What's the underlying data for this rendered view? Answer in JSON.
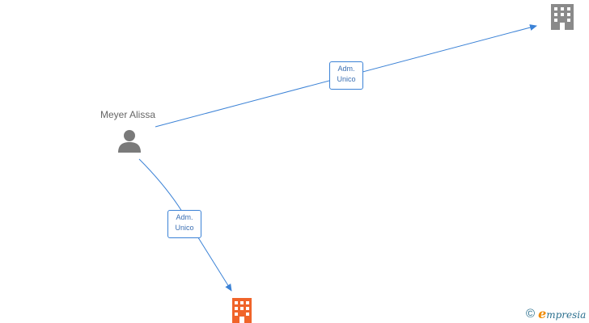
{
  "person": {
    "name": "Meyer Alissa",
    "icon": "person-icon"
  },
  "companies": [
    {
      "icon": "building-icon",
      "color": "#8a8a8a"
    },
    {
      "icon": "building-icon",
      "color": "#f0642a"
    }
  ],
  "edges": [
    {
      "line1": "Adm.",
      "line2": "Unico",
      "color": "#3b82d6"
    },
    {
      "line1": "Adm.",
      "line2": "Unico",
      "color": "#3b82d6"
    }
  ],
  "watermark": {
    "symbol": "©",
    "brand_initial": "e",
    "brand_rest": "mpresia"
  }
}
